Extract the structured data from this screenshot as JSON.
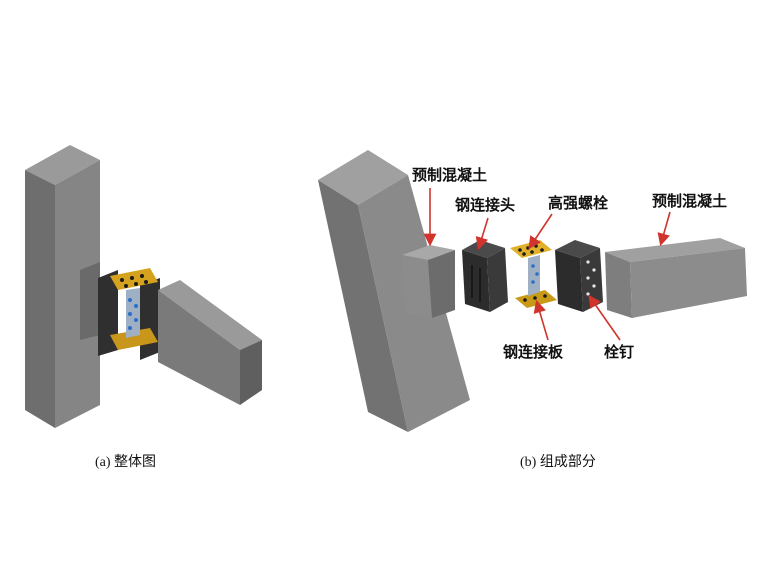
{
  "figure_a": {
    "caption": "(a) 整体图"
  },
  "figure_b": {
    "caption": "(b) 组成部分",
    "labels": {
      "precast_concrete_left": "预制混凝土",
      "steel_joint": "钢连接头",
      "high_strength_bolt": "高强螺栓",
      "precast_concrete_right": "预制混凝土",
      "steel_plate": "钢连接板",
      "stud": "栓钉"
    }
  },
  "colors": {
    "concrete": "#7d7d7d",
    "steel": "#3a3a3a",
    "plate": "#d4a21c",
    "bolt": "#2a6fc9",
    "arrow": "#d0342c"
  }
}
